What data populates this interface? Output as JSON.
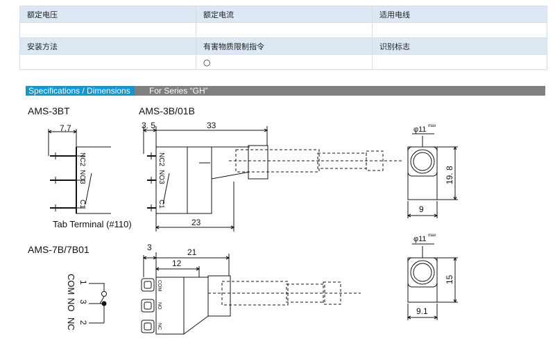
{
  "table": {
    "row1": [
      "额定电压",
      "额定电流",
      "适用电线"
    ],
    "row2": [
      "",
      "",
      ""
    ],
    "row3": [
      "安装方法",
      "有害物质限制指令",
      "识别标志"
    ],
    "row4": [
      "",
      "○",
      ""
    ]
  },
  "banner": {
    "tab_label": "Specifications / Dimensions",
    "series_label": "For Series “GH”"
  },
  "drawing": {
    "model_bt": "AMS-3BT",
    "model_b01b": "AMS-3B/01B",
    "model_7b": "AMS-7B/7B01",
    "dim_7_7": "7.7",
    "dim_3_5": "3. 5",
    "dim_33": "33",
    "dim_23": "23",
    "dim_phi11_top": "φ11",
    "max_top": "max",
    "dim_19_8": "19. 8",
    "dim_9": "9",
    "tab_terminal": "Tab Terminal (#110)",
    "dim_3": "3",
    "dim_21": "21",
    "dim_12": "12",
    "dim_phi11_bottom": "φ11",
    "max_bottom": "max",
    "dim_15": "15",
    "dim_9_1": "9.1",
    "sch_com": "COM",
    "sch_no": "NO",
    "sch_nc": "NC",
    "sch_1": "1",
    "sch_3": "3",
    "sch_2": "2",
    "mark_nc2": "NC2",
    "mark_no3": "NO3",
    "mark_c1": "C1",
    "mark_com": "COM",
    "mark_no": "NO",
    "mark_nc": "NC"
  }
}
